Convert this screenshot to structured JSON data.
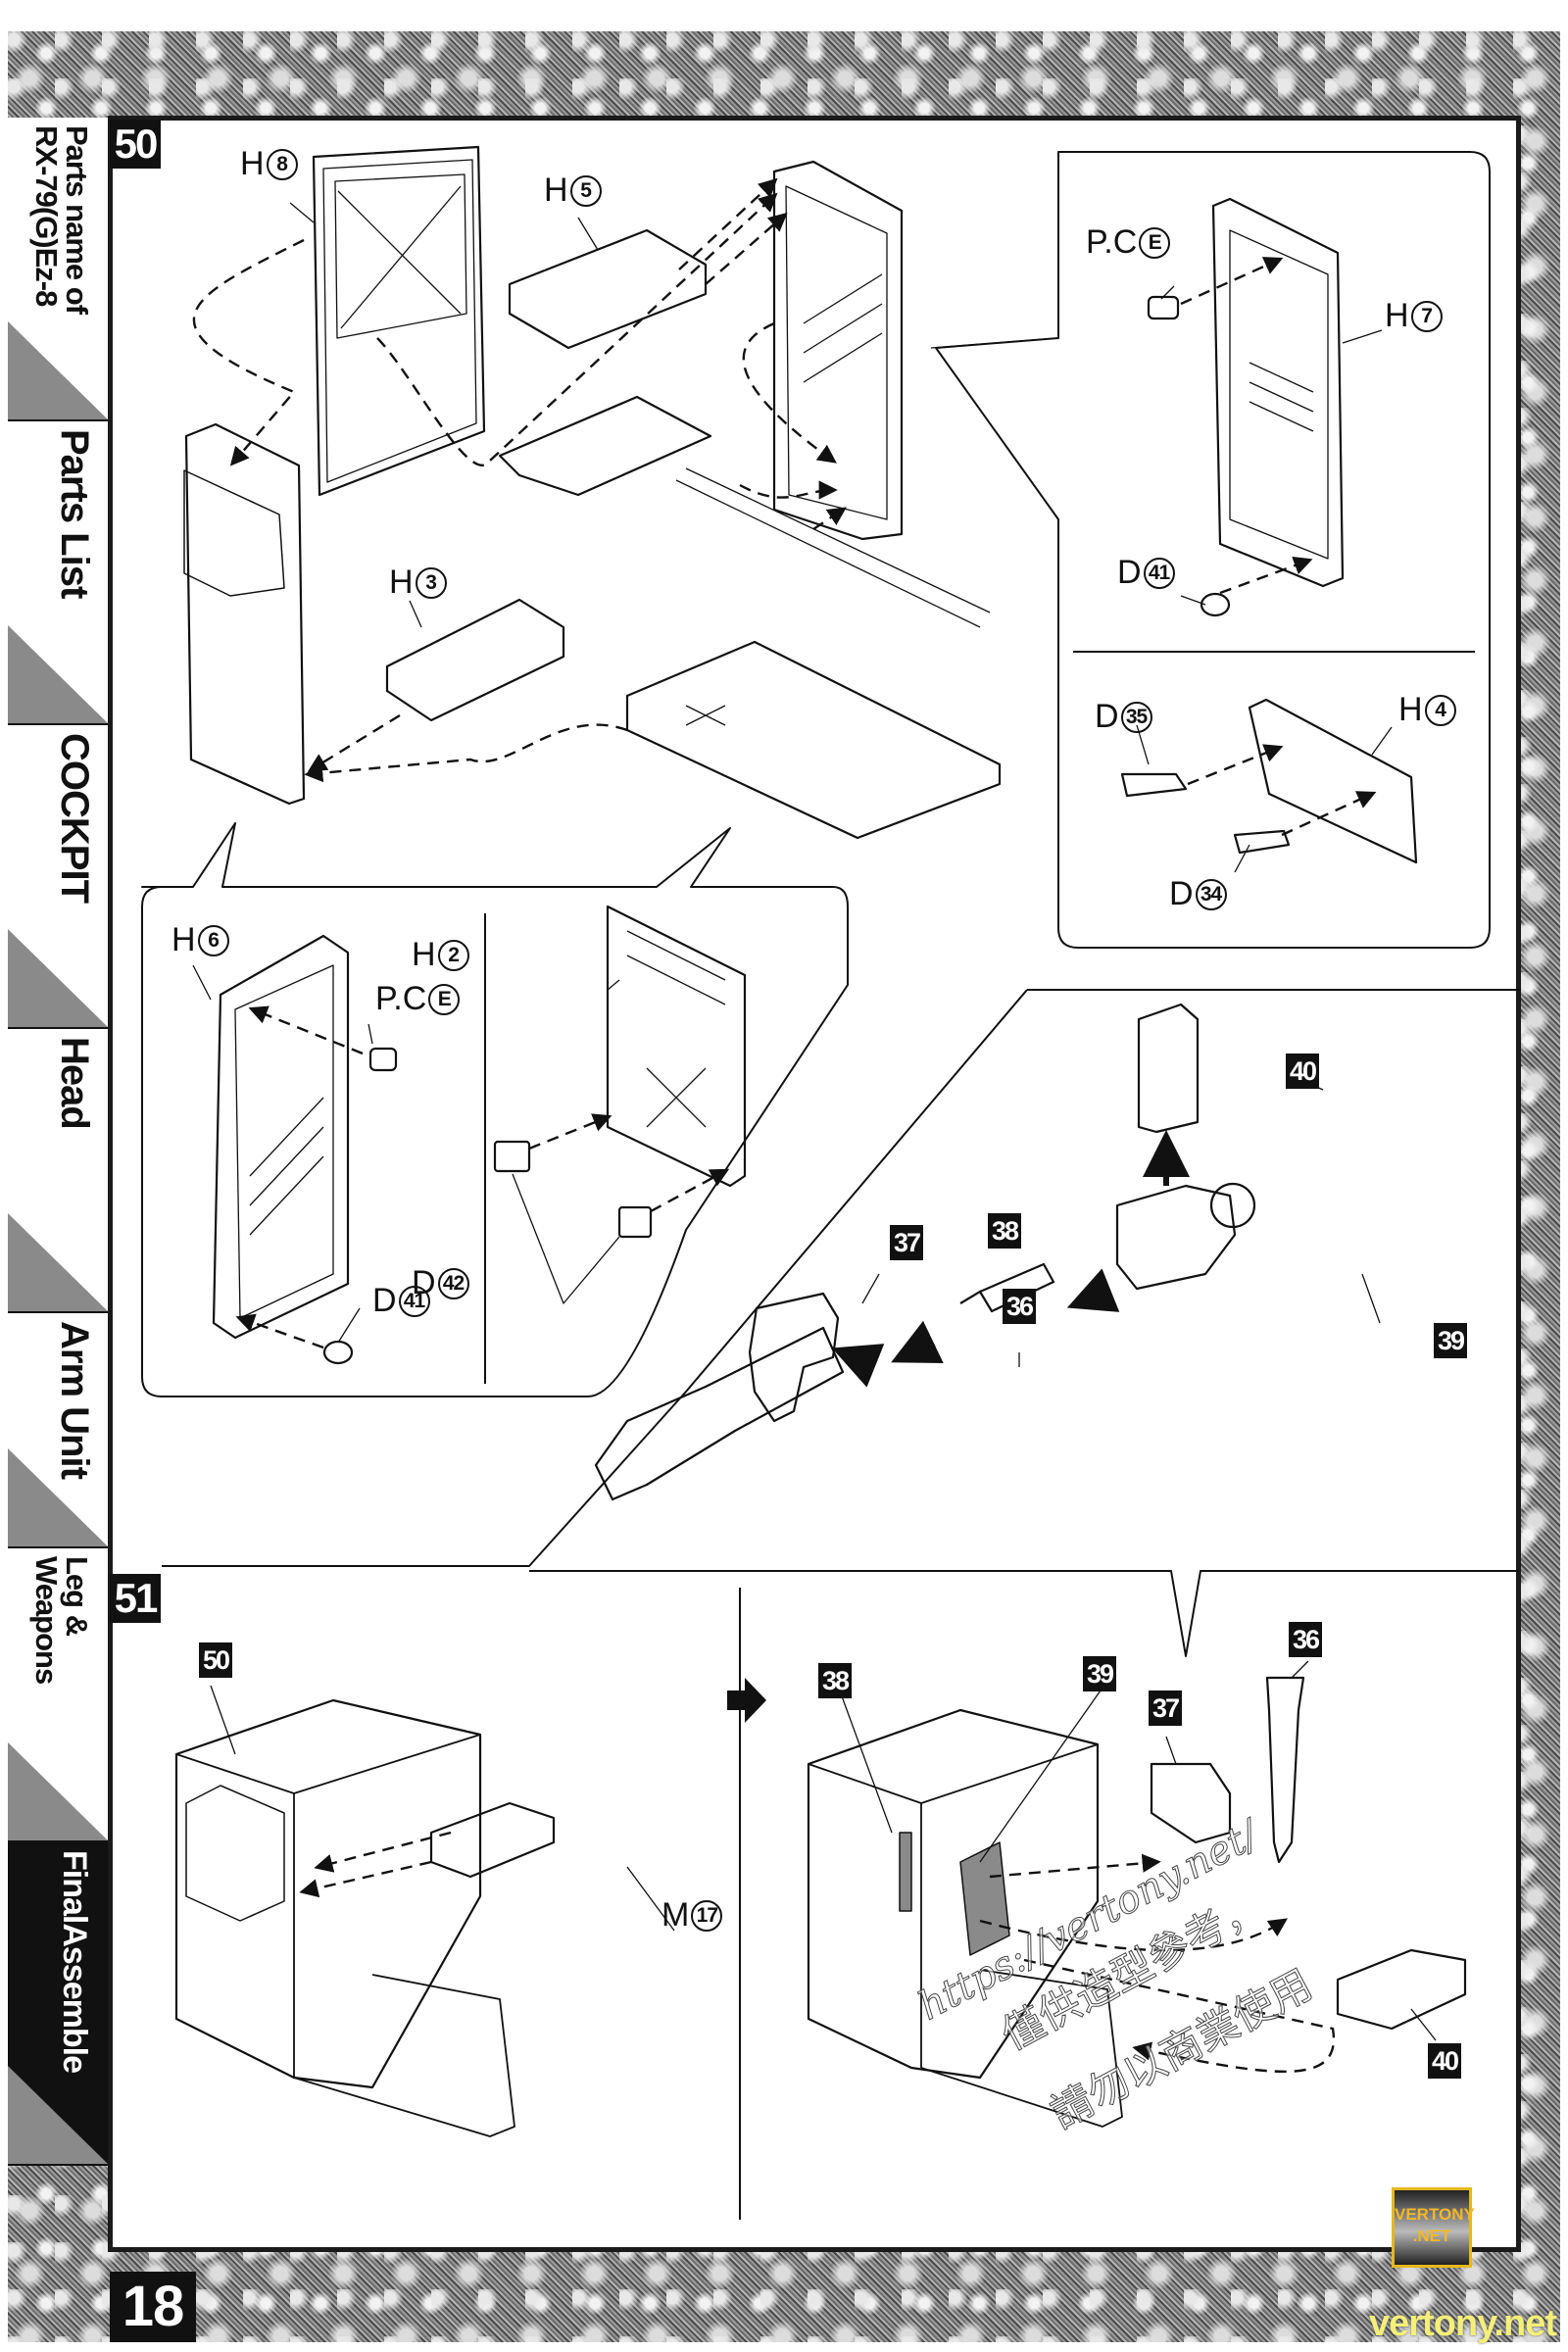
{
  "page": {
    "number": "18",
    "kit": "RX-79(G)Ez-8"
  },
  "sidebar": {
    "tabs": [
      {
        "label": "Parts name of RX-79(G)Ez-8",
        "line1": "Parts name of",
        "line2": "RX-79(G)Ez-8",
        "active": false
      },
      {
        "label": "Parts List",
        "active": false
      },
      {
        "label": "COCKPIT",
        "active": false
      },
      {
        "label": "Head",
        "active": false
      },
      {
        "label": "Arm Unit",
        "active": false
      },
      {
        "label": "Leg & Weapons",
        "line1": "Leg &",
        "line2": "Weapons",
        "active": false
      },
      {
        "label": "FinalAssemble",
        "active": true
      }
    ]
  },
  "steps": [
    {
      "number": "50",
      "parts": [
        {
          "runner": "H",
          "num": "8"
        },
        {
          "runner": "H",
          "num": "5"
        },
        {
          "runner": "H",
          "num": "3"
        }
      ],
      "inset_right": {
        "top": [
          {
            "runner": "P.C",
            "num": "E"
          },
          {
            "runner": "H",
            "num": "7"
          },
          {
            "runner": "D",
            "num": "41"
          }
        ],
        "bottom": [
          {
            "runner": "D",
            "num": "35"
          },
          {
            "runner": "H",
            "num": "4"
          },
          {
            "runner": "D",
            "num": "34"
          }
        ]
      },
      "inset_bottom": {
        "left": [
          {
            "runner": "H",
            "num": "6"
          },
          {
            "runner": "P.C",
            "num": "E"
          },
          {
            "runner": "D",
            "num": "41"
          }
        ],
        "right": [
          {
            "runner": "H",
            "num": "2"
          },
          {
            "runner": "D",
            "num": "42"
          }
        ]
      },
      "weapon_parts": [
        "40",
        "37",
        "38",
        "36",
        "39"
      ]
    },
    {
      "number": "51",
      "left": {
        "ref": "50",
        "part": {
          "runner": "M",
          "num": "17"
        }
      },
      "right": {
        "refs": [
          "38",
          "39",
          "37",
          "36",
          "40"
        ]
      }
    }
  ],
  "watermarks": {
    "url": "https://vertony.net/",
    "line1": "僅供造型參考，",
    "line2": "請勿以商業使用",
    "logo_line1": "VERTONY",
    "logo_line2": ".NET",
    "site": "vertony.net",
    "logo_color": "#e5b81e",
    "site_color": "#f3ef7a"
  }
}
